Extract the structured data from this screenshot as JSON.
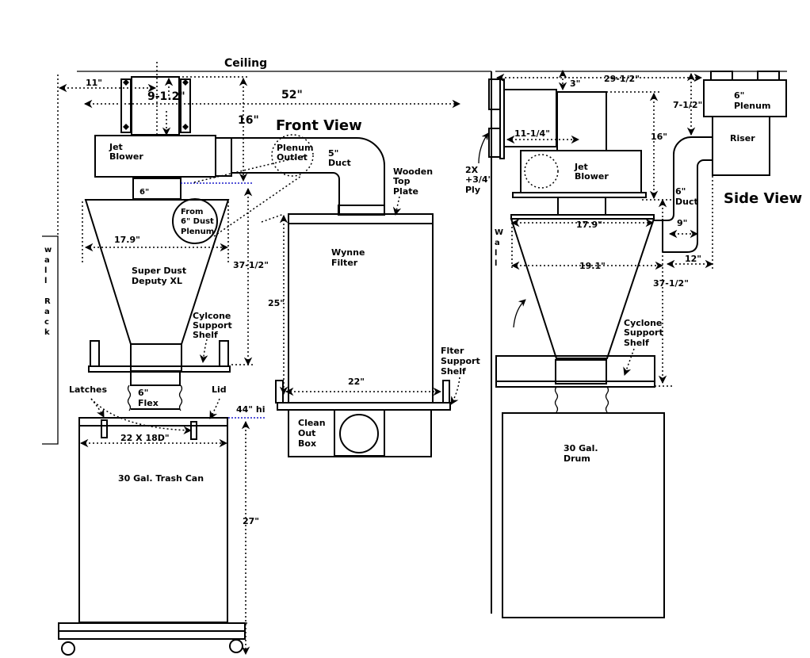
{
  "titles": {
    "front_view": "Front View",
    "side_view": "Side View",
    "ceiling": "Ceiling"
  },
  "front_labels": {
    "jet_blower": [
      "Jet",
      "Blower"
    ],
    "plenum_outlet": [
      "Plenum",
      "Outlet"
    ],
    "duct_5": [
      "5\"",
      "Duct"
    ],
    "wooden_top_plate": [
      "Wooden",
      "Top",
      "Plate"
    ],
    "from_dust_plenum": [
      "From",
      "6\" Dust",
      "Plenum"
    ],
    "six_inch": "6\"",
    "super_dust_deputy": [
      "Super Dust",
      "Deputy  XL"
    ],
    "cyclone_support_shelf": [
      "Cylcone",
      "Support",
      "Shelf"
    ],
    "wynne_filter": [
      "Wynne",
      "Filter"
    ],
    "filter_support_shelf": [
      "Flter",
      "Support",
      "Shelf"
    ],
    "latches": "Latches",
    "flex": [
      "6\"",
      "Flex"
    ],
    "lid": "Lid",
    "clean_out_box": [
      "Clean",
      "Out",
      "Box"
    ],
    "trash_can": "30 Gal. Trash Can",
    "wall_rack": [
      "w",
      "a",
      "l",
      "l",
      "",
      "R",
      "a",
      "c",
      "k"
    ]
  },
  "front_dims": {
    "d11": "11\"",
    "d9_12": "9-1.2\"",
    "d52": "52\"",
    "d16": "16\"",
    "d17_9": "17.9\"",
    "d37_12": "37-1/2\"",
    "d25": "25\"",
    "d22": "22\"",
    "d44": "44\" hi",
    "d22x18": "22 X 18D\"",
    "d27": "27\""
  },
  "side_labels": {
    "ply": [
      "2X",
      "+3/4\"",
      "Ply"
    ],
    "jet_blower": [
      "Jet",
      "Blower"
    ],
    "plenum_6": [
      "6\"",
      "Plenum"
    ],
    "riser": "Riser",
    "duct_6": [
      "6\"",
      "Duct"
    ],
    "wall": [
      "W",
      "a",
      "l",
      "l"
    ],
    "cyclone_support_shelf": [
      "Cyclone",
      "Support",
      "Shelf"
    ],
    "drum": [
      "30 Gal.",
      "Drum"
    ]
  },
  "side_dims": {
    "d3": "3\"",
    "d29_12": "29-1/2\"",
    "d7_12": "7-1/2\"",
    "d11_14": "11-1/4\"",
    "d16": "16\"",
    "d17_9": "17.9\"",
    "d19_1": "19.1\"",
    "d9": "9\"",
    "d12": "12\"",
    "d37_12": "37-1/2\""
  }
}
